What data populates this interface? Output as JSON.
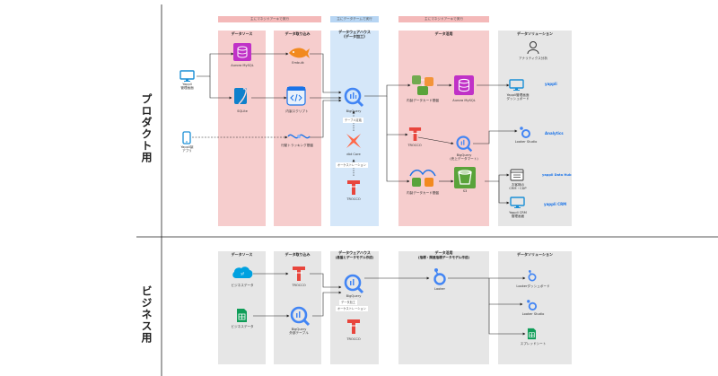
{
  "sections": {
    "product": "プロダクト用",
    "business": "ビジネス用"
  },
  "product": {
    "bars": {
      "left": "主にマネジドアーキで実行",
      "middle": "主にデータチームで実行",
      "right": "主にマネジドアーキで実行"
    },
    "headers": {
      "source": "データソース",
      "ingest": "データ取り込み",
      "dwh_line1": "データウェアハウス",
      "dwh_line2": "(データ加工)",
      "use": "データ活用",
      "solution": "データソリューション"
    },
    "nodes": {
      "yappli_admin": "Yappli\n管理画面",
      "yappli_app": "Yappli製\nアプリ",
      "aurora1": "Aurora MySQL",
      "sqlite": "SQLite",
      "embulk": "Embulk",
      "inhouse_script": "内製スクリプト",
      "tracking": "行動トラッキング基盤",
      "bigquery1": "BigQuery",
      "table_def": "テーブル定義",
      "dbtcore": "dbt Core",
      "orchestration": "オーケストレーション",
      "trocco1": "TROCCO",
      "inhouse_cart1": "内製データカード基盤",
      "aurora2": "Aurora MySQL",
      "trocco2": "TROCCO",
      "bigquery2_line1": "BigQuery",
      "bigquery2_line2": "(売上データマート)",
      "inhouse_cart2": "内製データカード基盤",
      "s3": "S3",
      "analyst": "アナリティクス分析",
      "yappli_dash_line1": "Yappli管理画面",
      "yappli_dash_line2": "ダッシュボード",
      "looker_studio": "Looker Studio",
      "customer_line1": "お客様の",
      "customer_line2": "CRM・CDP",
      "crm_line1": "Yappli CRM",
      "crm_line2": "管理画面"
    },
    "brands": {
      "yappli": "yappli",
      "analytics": "Analytics",
      "data_hub": "yappli Data Hub",
      "crm": "yappli CRM"
    }
  },
  "business": {
    "headers": {
      "source": "データソース",
      "ingest": "データ取り込み",
      "dwh_line1": "データウェアハウス",
      "dwh_line2": "(基盤とデータモデル作成)",
      "use_line1": "データ活用",
      "use_line2": "(指標・関連指標データモデル作成)",
      "solution": "データソリューション"
    },
    "nodes": {
      "salesforce": "ビジネスデータ",
      "sheets": "ビジネスデータ",
      "trocco1": "TROCCO",
      "bigquery_ext_line1": "BigQuery",
      "bigquery_ext_line2": "外部テーブル",
      "bigquery": "BigQuery",
      "data_processing": "データ加工",
      "orchestration": "オーケストレーション",
      "trocco2": "TROCCO",
      "looker": "Looker",
      "looker_dash": "Lookerダッシュボード",
      "looker_studio": "Looker Studio",
      "spreadsheet": "スプレッドシート"
    }
  },
  "colors": {
    "pink": "#f6cdcd",
    "blue": "#d5e7f9",
    "gray": "#e6e6e6",
    "aws_purple": "#c031c7",
    "aws_green": "#5aa33a",
    "trocco_red": "#e8453c",
    "bq_blue": "#4285f4",
    "sheets_green": "#0f9d58"
  }
}
